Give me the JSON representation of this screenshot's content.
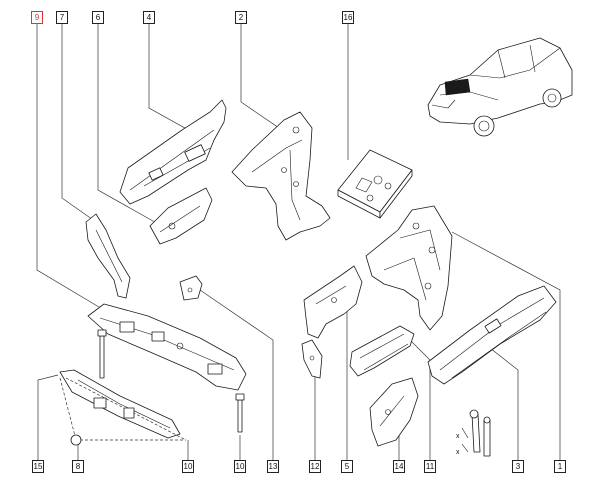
{
  "callouts": {
    "c9": "9",
    "c7": "7",
    "c6": "6",
    "c4": "4",
    "c2": "2",
    "c16": "16",
    "c15": "15",
    "c8": "8",
    "c10a": "10",
    "c10b": "10",
    "c13": "13",
    "c12": "12",
    "c5": "5",
    "c14": "14",
    "c11": "11",
    "c3": "3",
    "c1": "1"
  },
  "axis_marks": {
    "x1": "x",
    "x2": "x"
  },
  "colors": {
    "highlight": "#d9343a",
    "line": "#1a1a1a"
  }
}
